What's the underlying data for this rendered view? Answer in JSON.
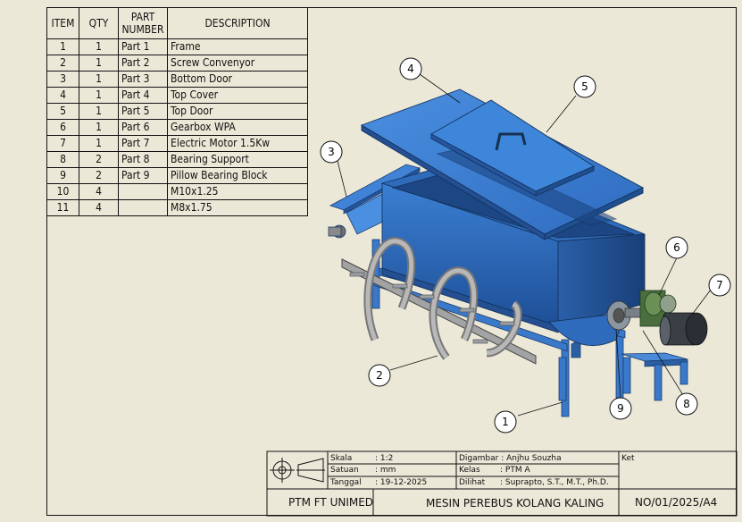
{
  "bom": {
    "headers": {
      "item": "ITEM",
      "qty": "QTY",
      "part_number": "PART NUMBER",
      "description": "DESCRIPTION"
    },
    "rows": [
      {
        "item": "1",
        "qty": "1",
        "part": "Part 1",
        "desc": "Frame"
      },
      {
        "item": "2",
        "qty": "1",
        "part": "Part 2",
        "desc": "Screw Convenyor"
      },
      {
        "item": "3",
        "qty": "1",
        "part": "Part 3",
        "desc": "Bottom Door"
      },
      {
        "item": "4",
        "qty": "1",
        "part": "Part 4",
        "desc": "Top Cover"
      },
      {
        "item": "5",
        "qty": "1",
        "part": "Part 5",
        "desc": "Top Door"
      },
      {
        "item": "6",
        "qty": "1",
        "part": "Part 6",
        "desc": "Gearbox WPA"
      },
      {
        "item": "7",
        "qty": "1",
        "part": "Part 7",
        "desc": "Electric Motor 1.5Kw"
      },
      {
        "item": "8",
        "qty": "2",
        "part": "Part 8",
        "desc": "Bearing Support"
      },
      {
        "item": "9",
        "qty": "2",
        "part": "Part 9",
        "desc": "Pillow Bearing Block"
      },
      {
        "item": "10",
        "qty": "4",
        "part": "",
        "desc": "M10x1.25"
      },
      {
        "item": "11",
        "qty": "4",
        "part": "",
        "desc": "M8x1.75"
      }
    ]
  },
  "balloons": [
    "1",
    "2",
    "3",
    "4",
    "5",
    "6",
    "7",
    "8",
    "9"
  ],
  "title_block": {
    "skala_label": "Skala",
    "skala_value": ": 1:2",
    "satuan_label": "Satuan",
    "satuan_value": ": mm",
    "tanggal_label": "Tanggal",
    "tanggal_value": ": 19-12-2025",
    "digambar": "Digambar : Anjhu Souzha",
    "kelas_label": "Kelas",
    "kelas_value": ": PTM A",
    "dilihat_label": "Dilihat",
    "dilihat_value": ": Suprapto, S.T., M.T., Ph.D.",
    "ket": "Ket",
    "institution": "PTM FT UNIMED",
    "drawing_title": "MESIN PEREBUS KOLANG KALING",
    "drawing_number": "NO/01/2025/A4"
  },
  "colors": {
    "part_blue": "#3a78c9",
    "part_blue_dark": "#1f4f8f",
    "shaft_gray": "#9a9a9a",
    "paper": "#ece8d8"
  }
}
